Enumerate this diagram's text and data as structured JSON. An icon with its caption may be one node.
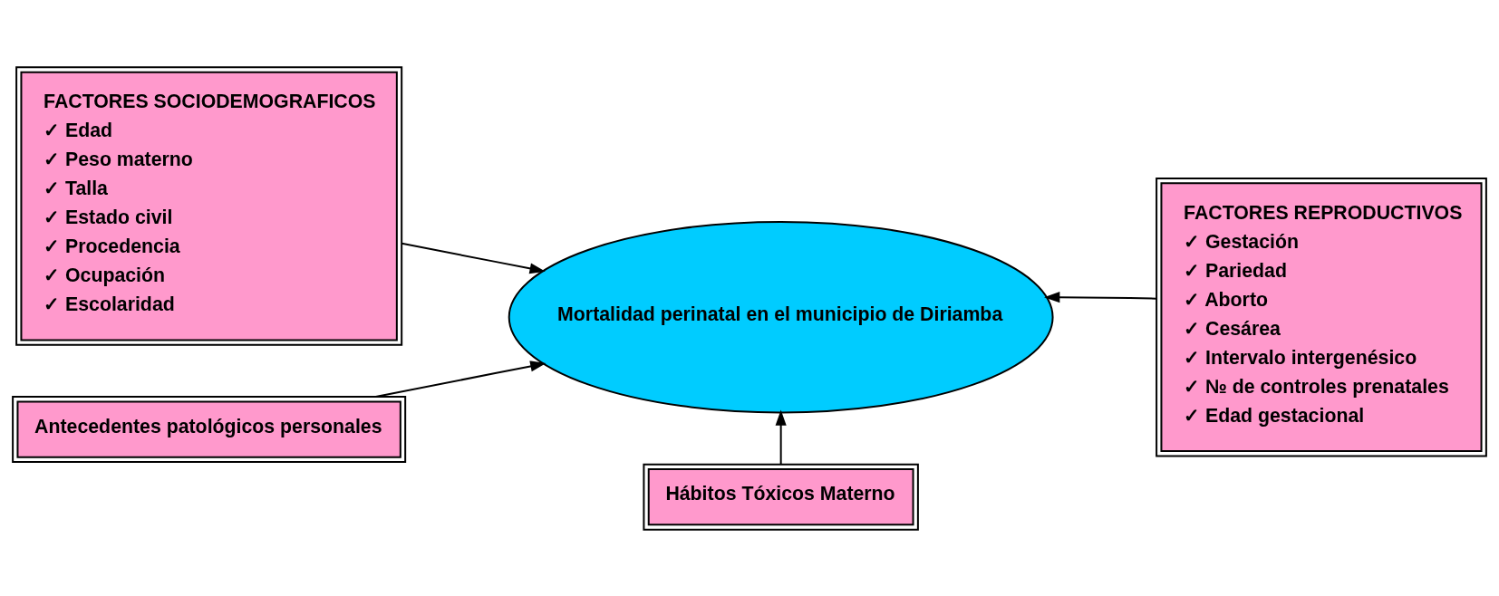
{
  "diagram": {
    "nodes": [
      {
        "text": [
          "FACTORES SOCIODEMOGRAFICOS",
          "✓ Edad",
          "✓ Peso materno",
          "✓ Talla",
          "✓ Estado civil",
          "✓ Procedencia",
          "✓ Ocupación",
          "✓ Escolaridad"
        ]
      },
      {
        "text": [
          "Mortalidad perinatal en el municipio de Diriamba"
        ]
      },
      {
        "text": [
          "FACTORES REPRODUCTIVOS",
          "✓ Gestación",
          "✓ Pariedad",
          "✓ Aborto",
          "✓ Cesárea",
          "✓ Intervalo intergenésico",
          "✓ № de controles prenatales",
          "✓ Edad gestacional"
        ]
      },
      {
        "text": [
          "Antecedentes patológicos personales"
        ]
      },
      {
        "text": [
          "Hábitos Tóxicos Materno"
        ]
      }
    ],
    "edges": [
      {
        "from": 0,
        "to": 1,
        "arrow": "to"
      },
      {
        "from": 2,
        "to": 1,
        "arrow": "to"
      },
      {
        "from": 3,
        "to": 1,
        "arrow": "to"
      },
      {
        "from": 4,
        "to": 1,
        "arrow": "to"
      }
    ]
  }
}
